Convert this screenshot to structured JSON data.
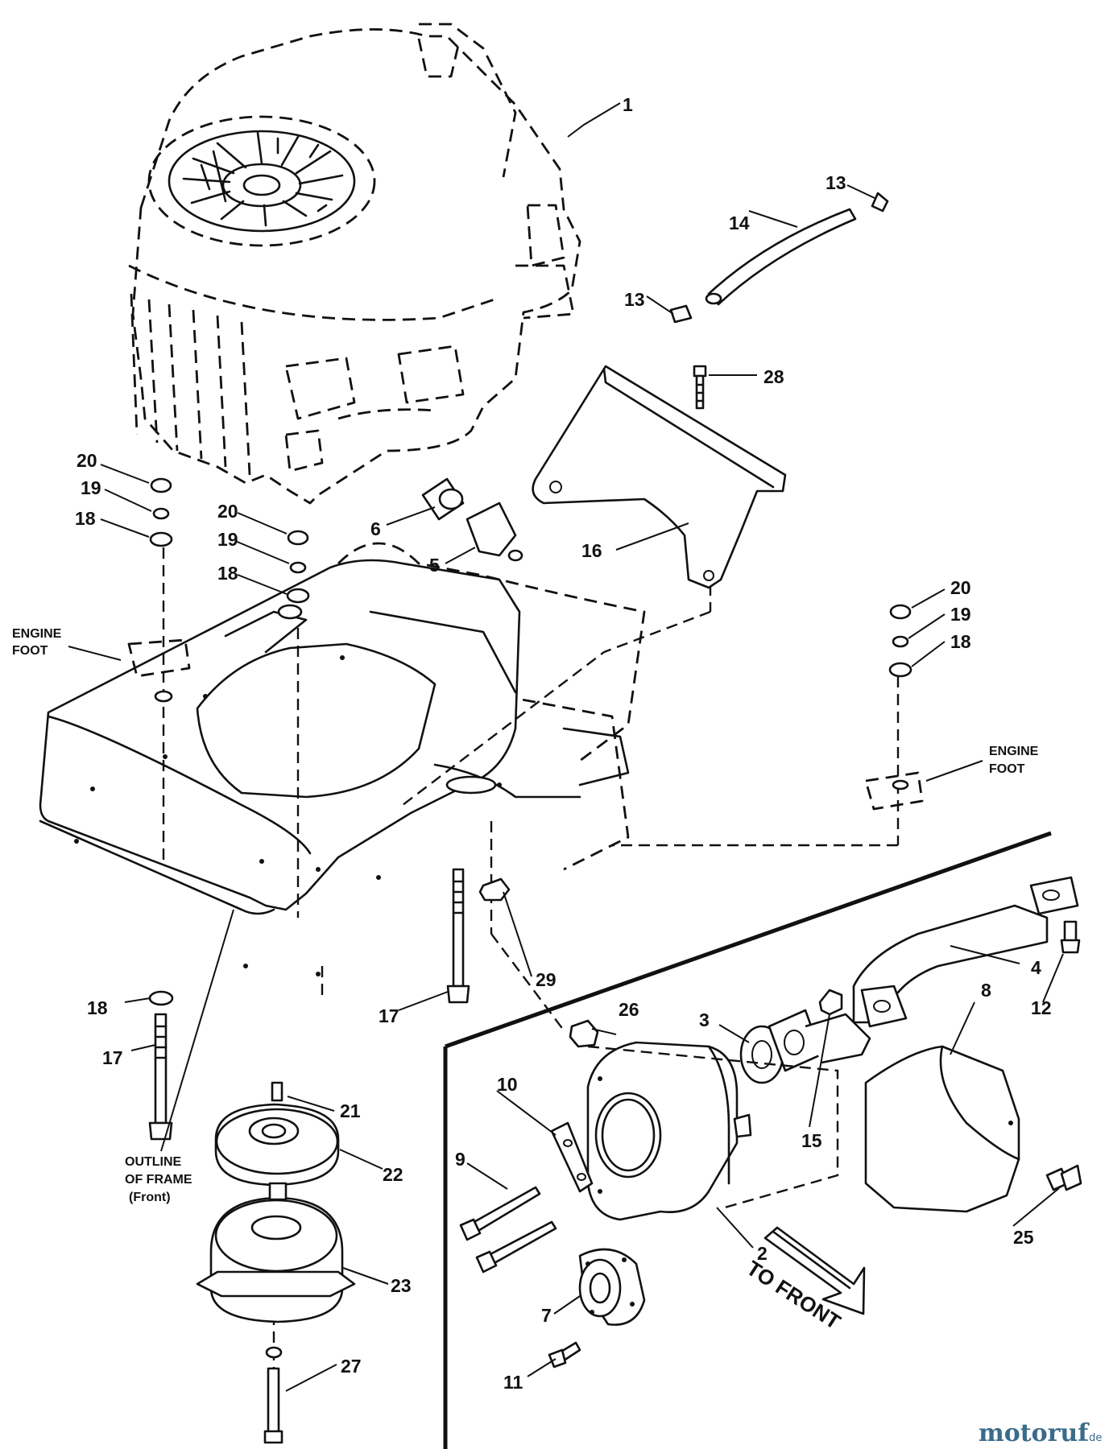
{
  "callouts": {
    "c1": "1",
    "c2": "2",
    "c3": "3",
    "c4": "4",
    "c5": "5",
    "c6": "6",
    "c7": "7",
    "c8": "8",
    "c9": "9",
    "c10": "10",
    "c11": "11",
    "c12": "12",
    "c13": "13",
    "c14": "14",
    "c15": "15",
    "c16": "16",
    "c17": "17",
    "c18": "18",
    "c19": "19",
    "c20": "20",
    "c21": "21",
    "c22": "22",
    "c23": "23",
    "c25": "25",
    "c26": "26",
    "c27": "27",
    "c28": "28",
    "c29": "29"
  },
  "labels": {
    "engine_foot_1": "ENGINE",
    "engine_foot_2": "FOOT",
    "outline_1": "OUTLINE",
    "outline_2": "OF FRAME",
    "outline_3": "(Front)",
    "to_front": "TO FRONT"
  },
  "watermark": {
    "brand": "motoruf",
    "suffix": ".de",
    "color": "#3a6b8a"
  },
  "icons": {
    "front_direction": "arrow-icon"
  }
}
